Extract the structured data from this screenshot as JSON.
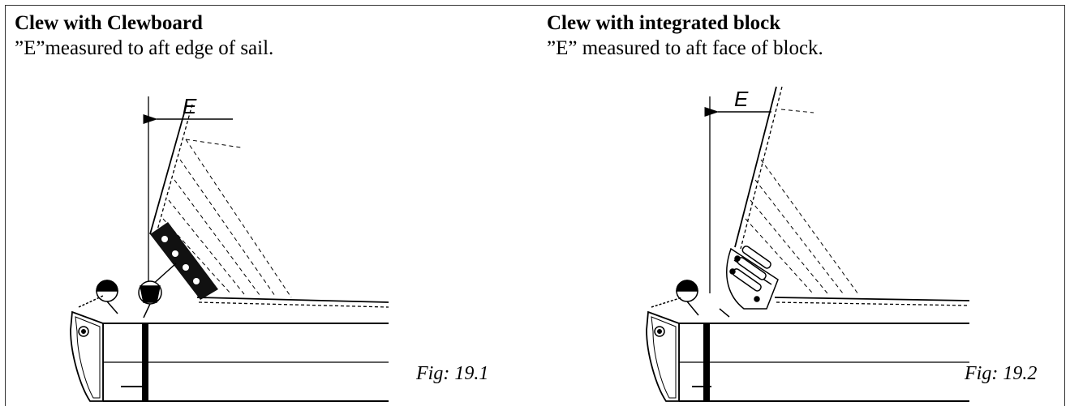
{
  "panels": [
    {
      "title": "Clew with Clewboard",
      "note": "”E”measured to aft edge of sail.",
      "dimension_label": "E",
      "figure_label": "Fig: 19.1"
    },
    {
      "title": "Clew with integrated block",
      "note": "”E” measured to aft face of block.",
      "dimension_label": "E",
      "figure_label": "Fig: 19.2"
    }
  ],
  "colors": {
    "ink": "#000000",
    "border": "#333333",
    "background": "#ffffff"
  }
}
